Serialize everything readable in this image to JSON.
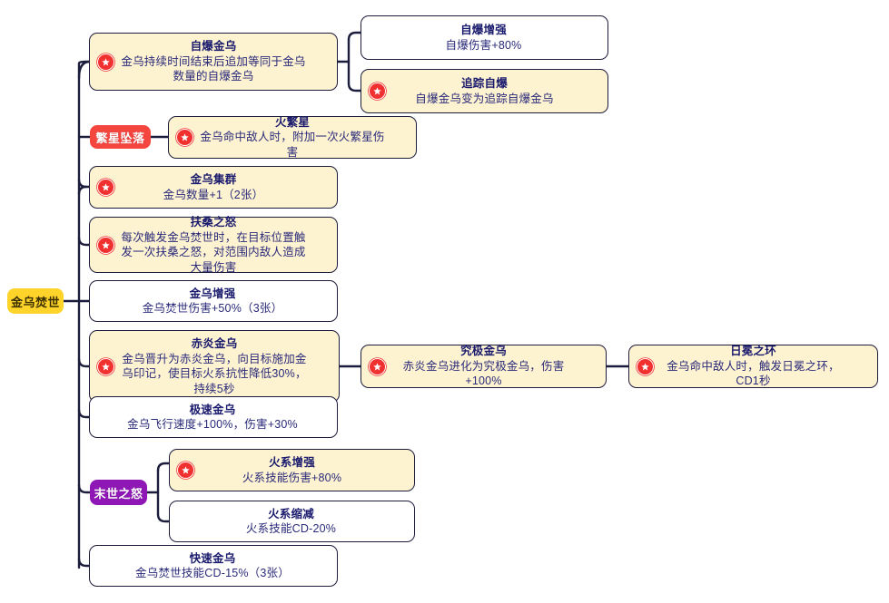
{
  "diagram": {
    "type": "mindmap-skill-tree",
    "title_node": "金乌焚世",
    "colors": {
      "cream_node_bg": "#fdf3d1",
      "plain_node_bg": "#ffffff",
      "node_border": "#1c1c3c",
      "text": "#1b1b6e",
      "link": "#1c1c3c",
      "root_badge": "#ffd42a",
      "red_badge": "#f5453f",
      "purple_badge": "#8e17b5",
      "star_icon": "#f0312f"
    },
    "root": {
      "label": "金乌焚世"
    },
    "group_badges": [
      {
        "id": "badge-fanxing",
        "label": "繁星坠落",
        "color": "red"
      },
      {
        "id": "badge-moshi",
        "label": "末世之怒",
        "color": "purple"
      }
    ],
    "nodes": [
      {
        "id": "zibao-jinwu",
        "title": "自爆金乌",
        "desc": "金乌持续时间结束后追加等同于金乌数量的自爆金乌",
        "style": "cream",
        "star": true
      },
      {
        "id": "zibao-zengqiang",
        "title": "自爆增强",
        "desc": "自爆伤害+80%",
        "style": "plain",
        "star": false
      },
      {
        "id": "zhuizong-zibao",
        "title": "追踪自爆",
        "desc": "自爆金乌变为追踪自爆金乌",
        "style": "cream",
        "star": true
      },
      {
        "id": "huo-fanxing",
        "title": "火繁星",
        "desc": "金乌命中敌人时，附加一次火繁星伤害",
        "style": "cream",
        "star": true
      },
      {
        "id": "jinwu-jiqun",
        "title": "金乌集群",
        "desc": "金乌数量+1（2张）",
        "style": "cream",
        "star": true
      },
      {
        "id": "fusang-zhinu",
        "title": "扶桑之怒",
        "desc": "每次触发金乌焚世时，在目标位置触发一次扶桑之怒，对范围内敌人造成大量伤害",
        "style": "cream",
        "star": true
      },
      {
        "id": "jinwu-zengqiang",
        "title": "金乌增强",
        "desc": "金乌焚世伤害+50%（3张）",
        "style": "plain",
        "star": false
      },
      {
        "id": "chiyan-jinwu",
        "title": "赤炎金乌",
        "desc": "金乌晋升为赤炎金乌，向目标施加金乌印记，使目标火系抗性降低30%，持续5秒",
        "style": "cream",
        "star": true
      },
      {
        "id": "jiuji-jinwu",
        "title": "究极金乌",
        "desc": "赤炎金乌进化为究极金乌，伤害+100%",
        "style": "cream",
        "star": true
      },
      {
        "id": "rimian-zhihuan",
        "title": "日冕之环",
        "desc": "金乌命中敌人时，触发日冕之环，CD1秒",
        "style": "cream",
        "star": true
      },
      {
        "id": "jisu-jinwu",
        "title": "极速金乌",
        "desc": "金乌飞行速度+100%，伤害+30%",
        "style": "plain",
        "star": false
      },
      {
        "id": "huoxi-zengqiang",
        "title": "火系增强",
        "desc": "火系技能伤害+80%",
        "style": "cream",
        "star": true
      },
      {
        "id": "huoxi-suojian",
        "title": "火系缩减",
        "desc": "火系技能CD-20%",
        "style": "plain",
        "star": false
      },
      {
        "id": "kuaisu-jinwu",
        "title": "快速金乌",
        "desc": "金乌焚世技能CD-15%（3张）",
        "style": "plain",
        "star": false
      }
    ]
  }
}
